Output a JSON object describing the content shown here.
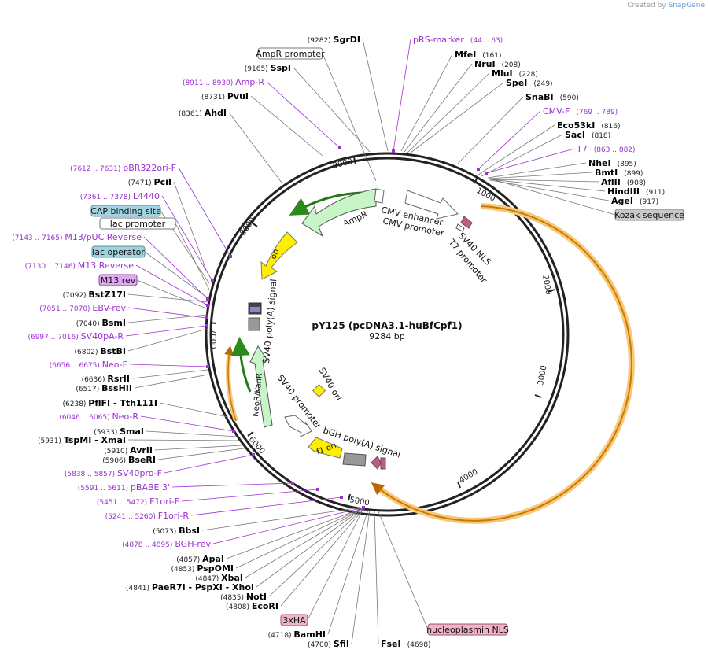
{
  "credit": {
    "prefix": "Created by",
    "brand": "SnapGene"
  },
  "plasmid": {
    "name": "pY125 (pcDNA3.1-huBfCpf1)",
    "length_label": "9284 bp",
    "length": 9284
  },
  "ticks": [
    "1000",
    "2000",
    "3000",
    "4000",
    "5000",
    "6000",
    "7000",
    "8000",
    "9000"
  ],
  "colors": {
    "site": "#000000",
    "primer": "#9b30d0",
    "line": "#777777",
    "backbone": "#222222",
    "cpf1": "#f5a623"
  },
  "sites": [
    {
      "name": "SgrDI",
      "pos": "9282"
    },
    {
      "name": "SspI",
      "pos": "9165"
    },
    {
      "name": "PvuI",
      "pos": "8731"
    },
    {
      "name": "AhdI",
      "pos": "8361"
    },
    {
      "name": "PciI",
      "pos": "7471"
    },
    {
      "name": "BstZ17I",
      "pos": "7092"
    },
    {
      "name": "BsmI",
      "pos": "7040"
    },
    {
      "name": "BstBI",
      "pos": "6802"
    },
    {
      "name": "RsrII",
      "pos": "6636"
    },
    {
      "name": "BssHII",
      "pos": "6517"
    },
    {
      "name": "PflFI - Tth111I",
      "pos": "6238"
    },
    {
      "name": "SmaI",
      "pos": "5933"
    },
    {
      "name": "TspMI - XmaI",
      "pos": "5931"
    },
    {
      "name": "AvrII",
      "pos": "5910"
    },
    {
      "name": "BseRI",
      "pos": "5906"
    },
    {
      "name": "BbsI",
      "pos": "5073"
    },
    {
      "name": "ApaI",
      "pos": "4857"
    },
    {
      "name": "PspOMI",
      "pos": "4853"
    },
    {
      "name": "XbaI",
      "pos": "4847"
    },
    {
      "name": "PaeR7I - PspXI - XhoI",
      "pos": "4841"
    },
    {
      "name": "NotI",
      "pos": "4835"
    },
    {
      "name": "EcoRI",
      "pos": "4808"
    },
    {
      "name": "BamHI",
      "pos": "4718"
    },
    {
      "name": "SfiI",
      "pos": "4700"
    },
    {
      "name": "FseI",
      "pos": "4698"
    },
    {
      "name": "MfeI",
      "pos": "161"
    },
    {
      "name": "NruI",
      "pos": "208"
    },
    {
      "name": "MluI",
      "pos": "228"
    },
    {
      "name": "SpeI",
      "pos": "249"
    },
    {
      "name": "SnaBI",
      "pos": "590"
    },
    {
      "name": "Eco53kI",
      "pos": "816"
    },
    {
      "name": "SacI",
      "pos": "818"
    },
    {
      "name": "NheI",
      "pos": "895"
    },
    {
      "name": "BmtI",
      "pos": "899"
    },
    {
      "name": "AflII",
      "pos": "908"
    },
    {
      "name": "HindIII",
      "pos": "911"
    },
    {
      "name": "AgeI",
      "pos": "917"
    }
  ],
  "primers": [
    {
      "name": "pRS-marker",
      "range": "(44 .. 63)"
    },
    {
      "name": "CMV-F",
      "range": "(769 .. 789)"
    },
    {
      "name": "T7",
      "range": "(863 .. 882)"
    },
    {
      "name": "Amp-R",
      "range": "(8911 .. 8930)"
    },
    {
      "name": "pBR322ori-F",
      "range": "(7612 .. 7631)"
    },
    {
      "name": "L4440",
      "range": "(7361 .. 7378)"
    },
    {
      "name": "M13/pUC Reverse",
      "range": "(7143 .. 7165)"
    },
    {
      "name": "M13 Reverse",
      "range": "(7130 .. 7146)"
    },
    {
      "name": "EBV-rev",
      "range": "(7051 .. 7070)"
    },
    {
      "name": "SV40pA-R",
      "range": "(6997 .. 7016)"
    },
    {
      "name": "Neo-F",
      "range": "(6656 .. 6675)"
    },
    {
      "name": "Neo-R",
      "range": "(6046 .. 6065)"
    },
    {
      "name": "SV40pro-F",
      "range": "(5838 .. 5857)"
    },
    {
      "name": "pBABE 3'",
      "range": "(5591 .. 5611)"
    },
    {
      "name": "F1ori-F",
      "range": "(5451 .. 5472)"
    },
    {
      "name": "F1ori-R",
      "range": "(5241 .. 5260)"
    },
    {
      "name": "BGH-rev",
      "range": "(4878 .. 4895)"
    }
  ],
  "boxed": [
    {
      "name": "AmpR promoter",
      "style": "plain"
    },
    {
      "name": "CAP binding site",
      "style": "blue"
    },
    {
      "name": "lac promoter",
      "style": "plain"
    },
    {
      "name": "lac operator",
      "style": "blue"
    },
    {
      "name": "M13 rev",
      "style": "purple"
    },
    {
      "name": "Kozak sequence",
      "style": "gray"
    },
    {
      "name": "3xHA",
      "style": "pink"
    },
    {
      "name": "nucleoplasmin NLS",
      "style": "pink"
    }
  ],
  "features": [
    {
      "name": "AmpR"
    },
    {
      "name": "ori"
    },
    {
      "name": "CMV enhancer"
    },
    {
      "name": "CMV promoter"
    },
    {
      "name": "SV40 NLS"
    },
    {
      "name": "T7 promoter"
    },
    {
      "name": "SV40 poly(A) signal"
    },
    {
      "name": "NeoR/KanR"
    },
    {
      "name": "SV40 promoter"
    },
    {
      "name": "SV40 ori"
    },
    {
      "name": "bGH poly(A) signal"
    },
    {
      "name": "f1 ori"
    }
  ]
}
